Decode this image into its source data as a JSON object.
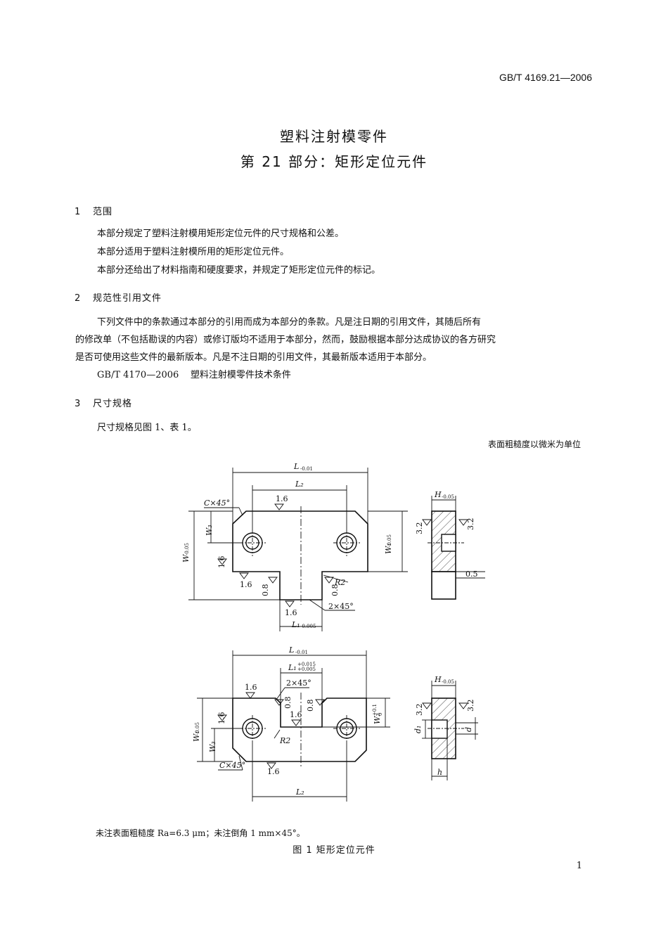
{
  "header": {
    "std_code": "GB/T 4169.21—2006"
  },
  "title": {
    "line1": "塑料注射模零件",
    "line2": "第 21 部分：矩形定位元件"
  },
  "sections": [
    {
      "num": "1",
      "heading": "范围",
      "paras": [
        "本部分规定了塑料注射模用矩形定位元件的尺寸规格和公差。",
        "本部分适用于塑料注射模所用的矩形定位元件。",
        "本部分还给出了材料指南和硬度要求，并规定了矩形定位元件的标记。"
      ]
    },
    {
      "num": "2",
      "heading": "规范性引用文件",
      "para_lines": [
        "下列文件中的条款通过本部分的引用而成为本部分的条款。凡是注日期的引用文件，其随后所有",
        "的修改单（不包括勘误的内容）或修订版均不适用于本部分，然而，鼓励根据本部分达成协议的各方研究",
        "是否可使用这些文件的最新版本。凡是不注日期的引用文件，其最新版本适用于本部分。"
      ],
      "ref": "GB/T 4170—2006    塑料注射模零件技术条件"
    },
    {
      "num": "3",
      "heading": "尺寸规格",
      "paras": [
        "尺寸规格见图 1、表 1。"
      ]
    }
  ],
  "unit_note": "表面粗糙度以微米为单位",
  "figure": {
    "note": "未注表面粗糙度 Ra=6.3 μm；未注倒角 1 mm×45°。",
    "caption": "图 1   矩形定位元件",
    "top": {
      "L": "L",
      "L_tol": "-0.01",
      "L2": "L₂",
      "C45": "C×45°",
      "W3": "W₃",
      "W": "W",
      "W_tol": "-0.05",
      "W1": "W₁",
      "W1_tol": "-0.05",
      "L1": "L₁",
      "L1_tol": "-0.005",
      "R2": "R2",
      "chamfer": "2×45°",
      "H": "H",
      "H_tol": "-0.05",
      "gap": "0.5",
      "rough": [
        "1.6",
        "1.6",
        "1.6",
        "0.8",
        "0.8",
        "1.6",
        "3.2",
        "3.2"
      ]
    },
    "bottom": {
      "L": "L",
      "L_tol": "-0.01",
      "L1": "L₁",
      "L1_tol_up": "+0.015",
      "L1_tol_dn": "+0.005",
      "chamfer": "2×45°",
      "W1": "W₁",
      "W1_tol": "-0.05",
      "W2": "W₂",
      "W2_tol_up": "+0.1",
      "W2_tol_dn": "0",
      "W3": "W₃",
      "C45": "C×45°",
      "R2": "R2",
      "L2": "L₂",
      "H": "H",
      "H_tol": "-0.05",
      "d1": "d₁",
      "d": "d",
      "h": "h",
      "rough": [
        "1.6",
        "0.8",
        "0.8",
        "1.6",
        "1.6",
        "1.6",
        "3.2",
        "3.2"
      ]
    }
  },
  "page_number": "1"
}
